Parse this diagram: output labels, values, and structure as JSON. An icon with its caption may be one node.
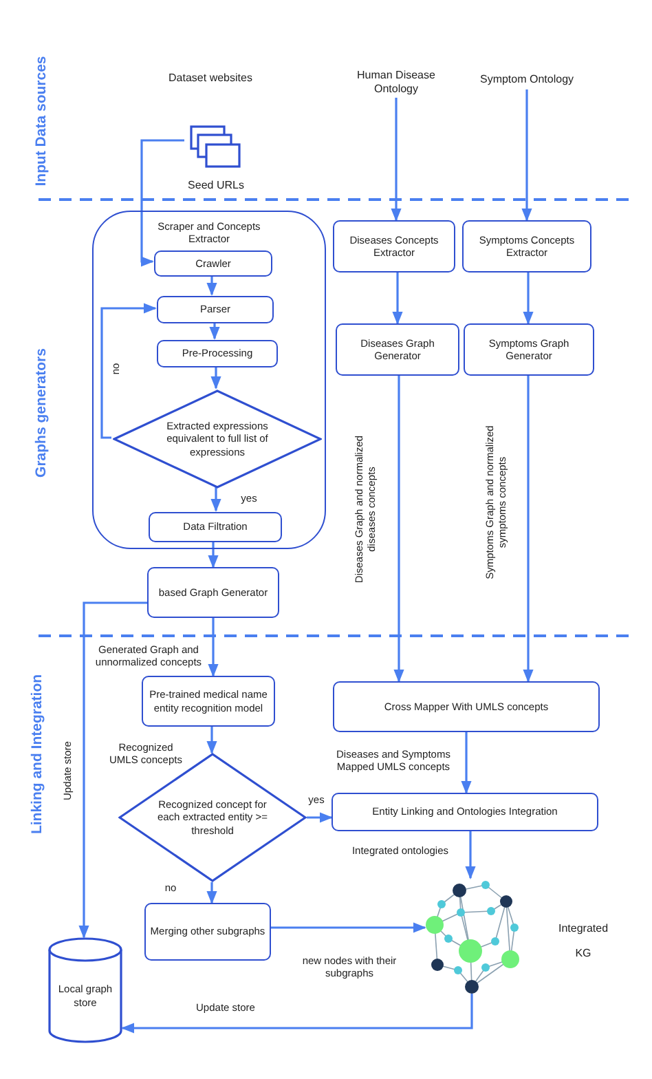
{
  "diagram": {
    "nodes": [
      {
        "text": [
          "Human Disease Ontology"
        ]
      },
      {
        "text": [
          "Symptom Ontology"
        ]
      },
      {
        "text": [
          "Seed URLs"
        ]
      },
      {
        "text": [
          "Scraper and Concepts Extractor"
        ]
      },
      {
        "text": [
          "Crawler"
        ],
        "in": 3
      },
      {
        "text": [
          "Parser"
        ],
        "in": 3
      },
      {
        "text": [
          "Pre-Processing"
        ],
        "in": 3
      },
      {
        "text": [
          "Extracted expressions equivalent to full list of expressions"
        ],
        "in": 3
      },
      {
        "text": [
          "Data Filtration"
        ],
        "in": 3
      },
      {
        "text": [
          "Diseases Concepts Extractor"
        ]
      },
      {
        "text": [
          "Symptoms Concepts Extractor"
        ]
      },
      {
        "text": [
          "Diseases Graph Generator"
        ]
      },
      {
        "text": [
          "Symptoms Graph Generator"
        ]
      },
      {
        "text": [
          "based Graph Generator"
        ]
      },
      {
        "text": [
          "Pre-trained medical name entity recognition model"
        ]
      },
      {
        "text": [
          "Cross Mapper With UMLS concepts"
        ]
      },
      {
        "text": [
          "Recognized concept for each extracted entity >= threshold"
        ]
      },
      {
        "text": [
          "Entity Linking and Ontologies Integration"
        ]
      },
      {
        "text": [
          "Merging other subgraphs"
        ]
      },
      {
        "text": [],
        "shape": "picture",
        "beside": [
          "Integrated KG"
        ]
      },
      {
        "text": [
          "Local graph store"
        ]
      }
    ],
    "edges": [
      {
        "from": 0,
        "to": 9,
        "arrow": "to"
      },
      {
        "from": 1,
        "to": 10,
        "arrow": "to"
      },
      {
        "from": 2,
        "to": 4,
        "arrow": "to"
      },
      {
        "from": 4,
        "to": 5,
        "arrow": "to"
      },
      {
        "from": 5,
        "to": 6,
        "arrow": "to"
      },
      {
        "from": 6,
        "to": 7,
        "arrow": "to"
      },
      {
        "from": 7,
        "to": 5,
        "arrow": "to",
        "label": "no"
      },
      {
        "from": 7,
        "to": 8,
        "arrow": "to",
        "label": "yes"
      },
      {
        "from": 8,
        "to": 13,
        "arrow": "to"
      },
      {
        "from": 9,
        "to": 11,
        "arrow": "to"
      },
      {
        "from": 10,
        "to": 12,
        "arrow": "to"
      },
      {
        "from": 11,
        "to": 15,
        "arrow": "to",
        "label": "Diseases Graph and normalized diseases concepts"
      },
      {
        "from": 12,
        "to": 15,
        "arrow": "to",
        "label": "Symptoms Graph and normalized symptoms concepts"
      },
      {
        "from": 13,
        "to": 14,
        "arrow": "to",
        "label": "Generated Graph and unnormalized concepts"
      },
      {
        "from": 13,
        "to": 20,
        "arrow": "to",
        "label": "Update store"
      },
      {
        "from": 14,
        "to": 16,
        "arrow": "to",
        "label": "Recognized UMLS concepts"
      },
      {
        "from": 15,
        "to": 17,
        "arrow": "to",
        "label": "Diseases and Symptoms Mapped UMLS concepts"
      },
      {
        "from": 16,
        "to": 17,
        "arrow": "to",
        "label": "yes"
      },
      {
        "from": 16,
        "to": 18,
        "arrow": "to",
        "label": "no"
      },
      {
        "from": 17,
        "to": 19,
        "arrow": "to",
        "label": "Integrated ontologies"
      },
      {
        "from": 18,
        "to": 19,
        "arrow": "to",
        "label": "new nodes with their subgraphs"
      },
      {
        "from": 19,
        "to": 20,
        "arrow": "to",
        "label": "Update store"
      }
    ],
    "labels": [
      "Input Data sources",
      "Dataset websites",
      "Graphs generators",
      "Linking and Integration"
    ]
  }
}
